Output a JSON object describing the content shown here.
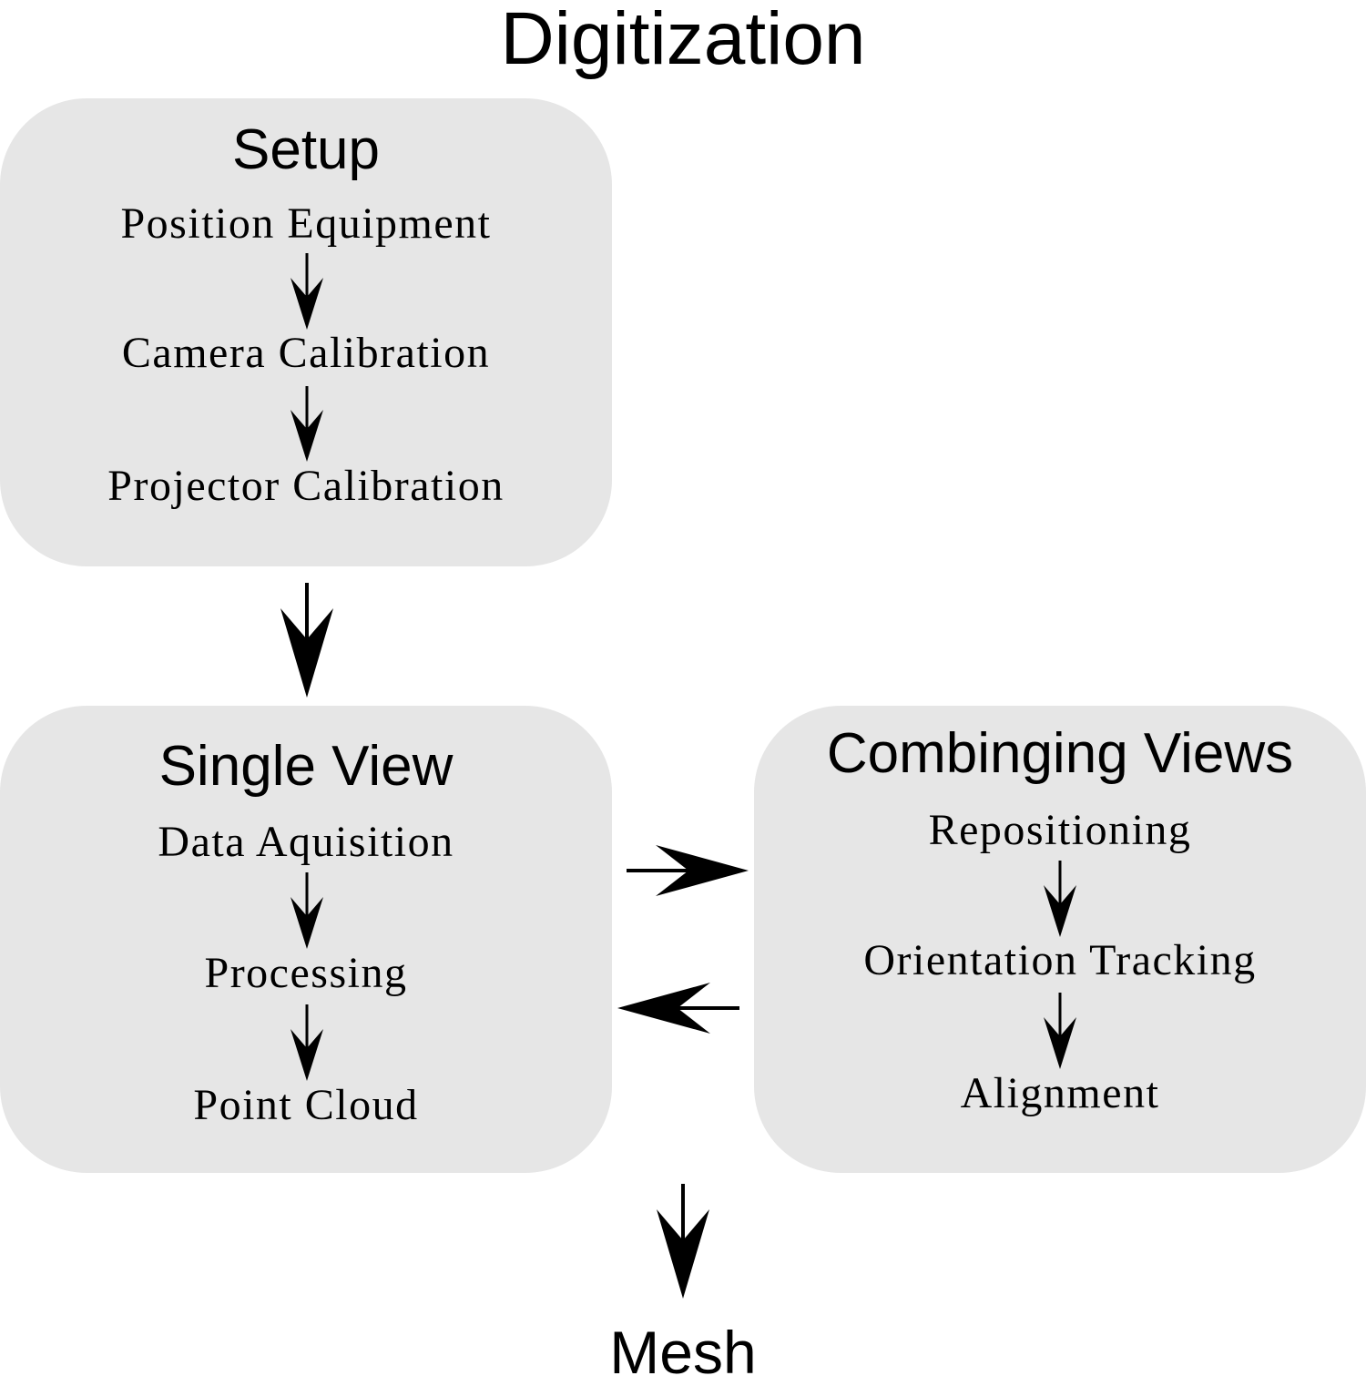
{
  "title": "Digitization",
  "panels": {
    "setup": {
      "title": "Setup",
      "steps": [
        "Position Equipment",
        "Camera Calibration",
        "Projector Calibration"
      ]
    },
    "single_view": {
      "title": "Single View",
      "steps": [
        "Data Aquisition",
        "Processing",
        "Point Cloud"
      ]
    },
    "combining_views": {
      "title": "Combinging Views",
      "steps": [
        "Repositioning",
        "Orientation Tracking",
        "Alignment"
      ]
    }
  },
  "output": "Mesh",
  "colors": {
    "panel_fill": "#e6e6e6",
    "ink": "#000000"
  }
}
